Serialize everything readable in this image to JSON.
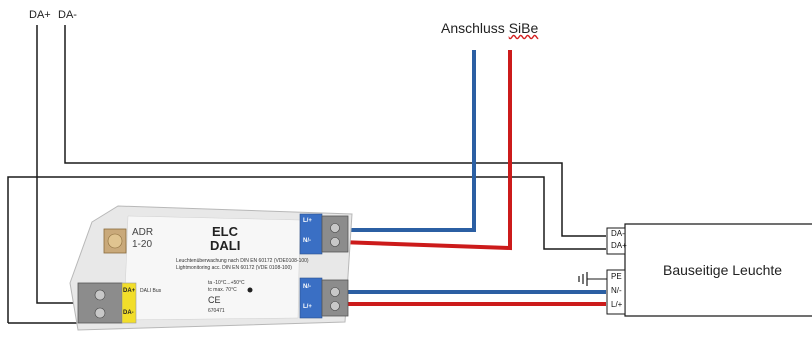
{
  "labels": {
    "da_plus": "DA+",
    "da_minus": "DA-",
    "anschluss_prefix": "Anschluss ",
    "anschluss_sibe": "SiBe",
    "lamp_title": "Bauseitige Leuchte"
  },
  "lamp_terminals": {
    "da_minus": "DA-",
    "da_plus": "DA+",
    "pe": "PE",
    "n": "N/-",
    "l": "L/+"
  },
  "device": {
    "adr": "ADR",
    "adr_range": "1-20",
    "elc": "ELC",
    "dali": "DALI",
    "norm1": "Leuchtenüberwachung nach DIN EN 60172 (VDE0108-100)",
    "norm2": "Lightmonitoring acc. DIN EN 60172 (VDE 0108-100)",
    "ta": "ta -10°C...+50°C",
    "tc": "tc max. 70°C",
    "ce": "CE",
    "article": "670471",
    "dali_bus": "DALI Bus",
    "terminal_da_plus": "DA+",
    "terminal_da_minus": "DA-",
    "terminal_l_top": "L/+",
    "terminal_n_top": "N/-",
    "terminal_n_bottom": "N/-",
    "terminal_l_bottom": "L/+"
  },
  "colors": {
    "blue_wire": "#2b5fa3",
    "red_wire": "#cc1b1b",
    "black_wire": "#1a1a1a",
    "dali_yellow": "#f2de2a",
    "mains_blue": "#3a6fc4"
  }
}
